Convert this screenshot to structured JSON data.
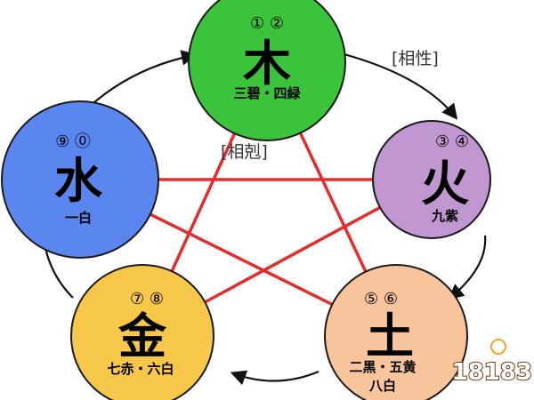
{
  "relations": {
    "generating": "[相性]",
    "overcoming": "[相剋]"
  },
  "elements": {
    "wood": {
      "char": "木",
      "nums": "①  ②",
      "stars": "三碧・四緑",
      "color": "#3cc33c"
    },
    "fire": {
      "char": "火",
      "nums": "③  ④",
      "stars": "九紫",
      "color": "#c197d2"
    },
    "earth": {
      "char": "土",
      "nums": "⑤  ⑥",
      "stars": "二黒・五黄",
      "stars2": "八白",
      "color": "#f7c49b"
    },
    "metal": {
      "char": "金",
      "nums": "⑦  ⑧",
      "stars": "七赤・六白",
      "color": "#f7c74a"
    },
    "water": {
      "char": "水",
      "nums": "⑨  ⓪",
      "stars": "一白",
      "color": "#5b86f0"
    }
  },
  "colors": {
    "overcoming_line": "#e52b2b",
    "generating_arrow": "#111111"
  },
  "watermark": {
    "text": "18183"
  }
}
